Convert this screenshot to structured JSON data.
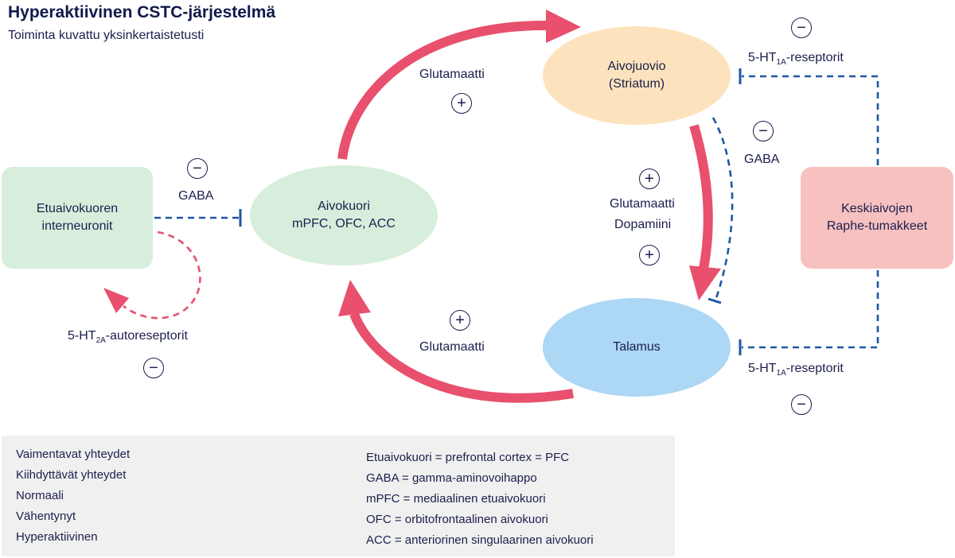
{
  "title": "Hyperaktiivinen CSTC-järjestelmä",
  "subtitle": "Toiminta kuvattu yksinkertaistetusti",
  "nodes": {
    "interneurons": [
      "Etuaivokuoren",
      "interneuronit"
    ],
    "cortex": [
      "Aivokuori",
      "mPFC, OFC, ACC"
    ],
    "striatum": [
      "Aivojuovio",
      "(Striatum)"
    ],
    "thalamus": [
      "Talamus"
    ],
    "raphe": [
      "Keskiaivojen",
      "Raphe-tumakkeet"
    ]
  },
  "labels": {
    "gaba_cortex": "GABA",
    "glut_top": "Glutamaatti",
    "glut_bottom": "Glutamaatti",
    "glut_mid": "Glutamaatti",
    "dopa_mid": "Dopamiini",
    "gaba_striatum": "GABA",
    "ht1a_top_pre": "5-HT",
    "ht1a_top_sub": "1A",
    "ht1a_top_post": "-reseptorit",
    "ht1a_bot_pre": "5-HT",
    "ht1a_bot_sub": "1A",
    "ht1a_bot_post": "-reseptorit",
    "ht2a_pre": "5-HT",
    "ht2a_sub": "2A",
    "ht2a_post": "-autoreseptorit"
  },
  "signs": {
    "minus": "−",
    "plus": "+"
  },
  "legend": {
    "items": [
      "Vaimentavat yhteydet",
      "Kiihdyttävät yhteydet",
      "Normaali",
      "Vähentynyt",
      "Hyperaktiivinen"
    ],
    "abbreviations": [
      "Etuaivokuori = prefrontal cortex = PFC",
      "GABA = gamma-aminovoihappo",
      "mPFC = mediaalinen etuaivokuori",
      "OFC = orbitofrontaalinen aivokuori",
      "ACC = anteriorinen singulaarinen aivokuori"
    ]
  },
  "colors": {
    "excitatory": "#e8506d",
    "inhibitory": "#1f57a4",
    "cortex_fill": "#d8eedc",
    "striatum_fill": "#fde3bd",
    "thalamus_fill": "#acd7f5",
    "raphe_fill": "#f7c1c0",
    "interneuron_fill": "#d8eedc"
  }
}
